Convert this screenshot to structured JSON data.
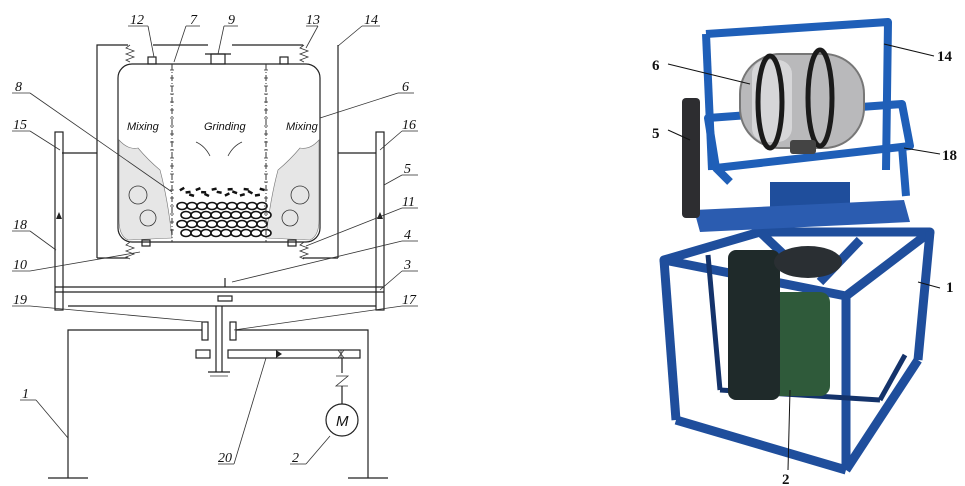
{
  "schematic": {
    "zones": {
      "mixing_left": "Mixing",
      "grinding": "Grinding",
      "mixing_right": "Mixing"
    },
    "motor_symbol": "M",
    "callouts": [
      "12",
      "7",
      "9",
      "13",
      "14",
      "8",
      "6",
      "15",
      "16",
      "5",
      "11",
      "18",
      "4",
      "10",
      "3",
      "19",
      "17",
      "1",
      "20",
      "2"
    ]
  },
  "photo": {
    "callouts": [
      "6",
      "14",
      "5",
      "18",
      "1",
      "2"
    ]
  },
  "colors": {
    "frame_blue": "#1f4e9c",
    "drum_steel": "#b9b9bb",
    "motor_green": "#2f5a3a",
    "line": "#222222"
  }
}
